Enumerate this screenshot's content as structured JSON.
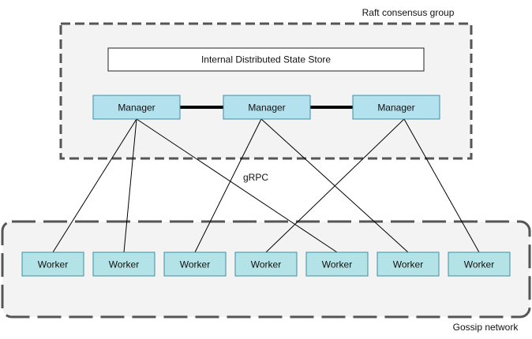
{
  "raft_group": {
    "label": "Raft consensus group"
  },
  "state_store": {
    "label": "Internal Distributed State Store"
  },
  "managers": [
    {
      "label": "Manager"
    },
    {
      "label": "Manager"
    },
    {
      "label": "Manager"
    }
  ],
  "protocol": {
    "label": "gRPC"
  },
  "workers": [
    {
      "label": "Worker"
    },
    {
      "label": "Worker"
    },
    {
      "label": "Worker"
    },
    {
      "label": "Worker"
    },
    {
      "label": "Worker"
    },
    {
      "label": "Worker"
    },
    {
      "label": "Worker"
    }
  ],
  "gossip": {
    "label": "Gossip network"
  },
  "colors": {
    "node_fill": "#b3e1ee",
    "node_stroke": "#3c8fa6",
    "worker_fill": "#b3e3e6",
    "group_fill": "#f3f3f3",
    "dash_stroke": "#555555"
  },
  "connections": [
    {
      "manager": 0,
      "worker": 0
    },
    {
      "manager": 0,
      "worker": 1
    },
    {
      "manager": 0,
      "worker": 4
    },
    {
      "manager": 1,
      "worker": 2
    },
    {
      "manager": 1,
      "worker": 5
    },
    {
      "manager": 2,
      "worker": 3
    },
    {
      "manager": 2,
      "worker": 6
    }
  ]
}
